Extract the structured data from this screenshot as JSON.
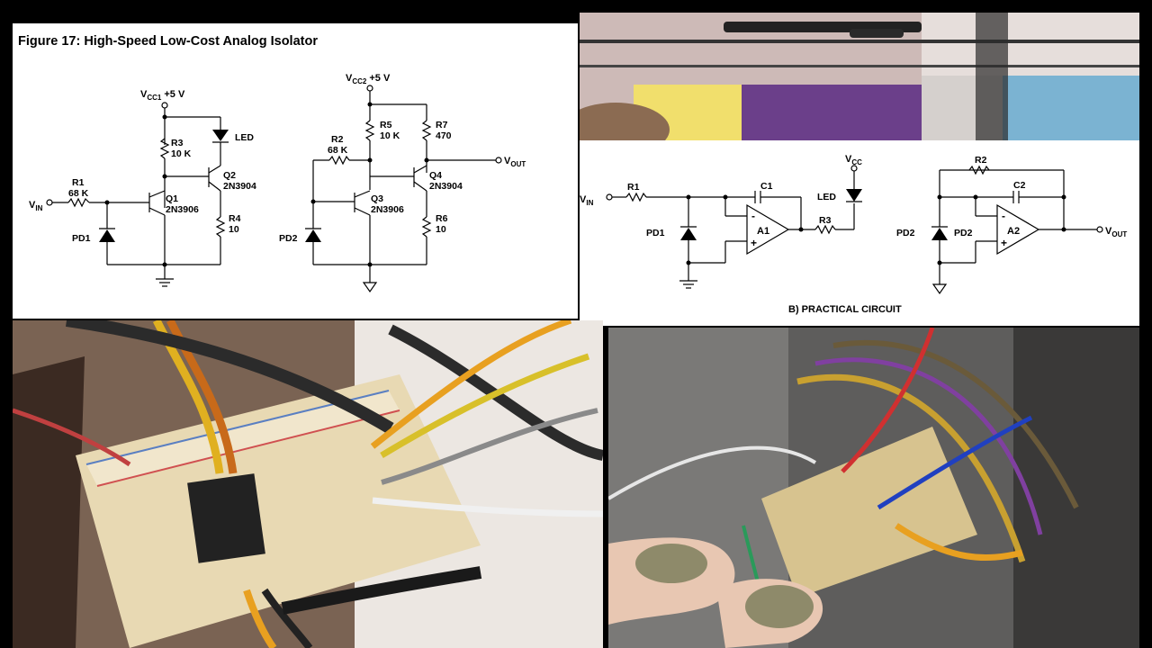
{
  "figure": {
    "title": "Figure 17:  High-Speed Low-Cost Analog Isolator"
  },
  "left_schematic": {
    "vcc1": "V",
    "vcc1_sub": "CC1",
    "vcc1_val": "+5 V",
    "vcc2": "V",
    "vcc2_sub": "CC2",
    "vcc2_val": "+5 V",
    "vin": "V",
    "vin_sub": "IN",
    "vout": "V",
    "vout_sub": "OUT",
    "r1": "R1",
    "r1_val": "68 K",
    "r3": "R3",
    "r3_val": "10 K",
    "r4": "R4",
    "r4_val": "10",
    "q1": "Q1",
    "q1_val": "2N3906",
    "q2": "Q2",
    "q2_val": "2N3904",
    "led": "LED",
    "pd1": "PD1",
    "r2": "R2",
    "r2_val": "68 K",
    "r5": "R5",
    "r5_val": "10 K",
    "r7": "R7",
    "r7_val": "470",
    "r6": "R6",
    "r6_val": "10",
    "q3": "Q3",
    "q3_val": "2N3906",
    "q4": "Q4",
    "q4_val": "2N3904",
    "pd2": "PD2"
  },
  "practical": {
    "caption": "B) PRACTICAL CIRCUIT",
    "vin": "V",
    "vin_sub": "IN",
    "r1": "R1",
    "c1": "C1",
    "pd1": "PD1",
    "a1": "A1",
    "r3": "R3",
    "led": "LED",
    "vcc": "V",
    "vcc_sub": "CC",
    "r2": "R2",
    "c2": "C2",
    "pd2a": "PD2",
    "pd2b": "PD2",
    "a2": "A2",
    "vout": "V",
    "vout_sub": "OUT",
    "minus": "-",
    "plus": "+"
  },
  "colors": {
    "wire": "#000000",
    "paper": "#ffffff",
    "frame": "#000000"
  }
}
